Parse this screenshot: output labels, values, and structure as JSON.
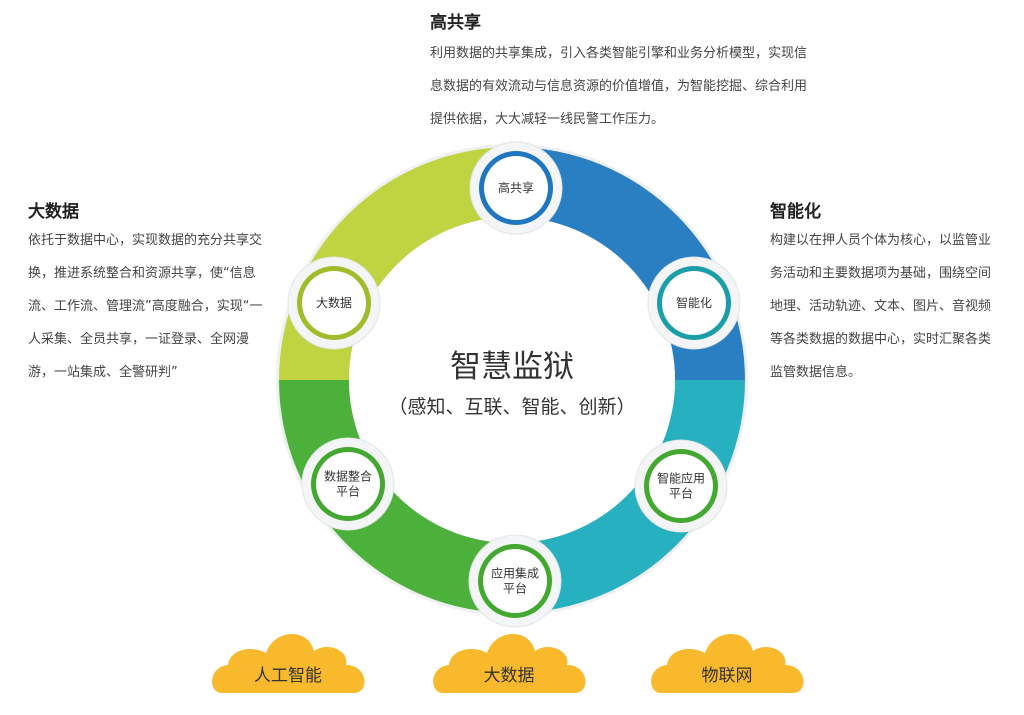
{
  "center": {
    "title": "智慧监狱",
    "subtitle": "（感知、互联、智能、创新）"
  },
  "blocks": {
    "top": {
      "title": "高共享",
      "text": "利用数据的共享集成，引入各类智能引擎和业务分析模型，实现信息数据的有效流动与信息资源的价值增值，为智能挖掘、综合利用提供依据，大大减轻一线民警工作压力。"
    },
    "left": {
      "title": "大数据",
      "text": "依托于数据中心，实现数据的充分共享交换，推进系统整合和资源共享，使“信息流、工作流、管理流”高度融合，实现“一人采集、全员共享，一证登录、全网漫游，一站集成、全警研判”"
    },
    "right": {
      "title": "智能化",
      "text": "构建以在押人员个体为核心，以监管业务活动和主要数据项为基础，围绕空间地理、活动轨迹、文本、图片、音视频等各类数据的数据中心，实时汇聚各类监管数据信息。"
    }
  },
  "nodes": [
    {
      "lines": [
        "高共享"
      ],
      "ring": "#1f77c0"
    },
    {
      "lines": [
        "智能化"
      ],
      "ring": "#1a9fa9"
    },
    {
      "lines": [
        "智能应用",
        "平台"
      ],
      "ring": "#43a82f"
    },
    {
      "lines": [
        "应用集成",
        "平台"
      ],
      "ring": "#43a82f"
    },
    {
      "lines": [
        "数据整合",
        "平台"
      ],
      "ring": "#43a82f"
    },
    {
      "lines": [
        "大数据"
      ],
      "ring": "#9fbc2a"
    }
  ],
  "segments": [
    {
      "color": "#2a7fc3"
    },
    {
      "color": "#27b1c0"
    },
    {
      "color": "#4cb13a"
    },
    {
      "color": "#c0d341"
    }
  ],
  "clouds": [
    {
      "label": "人工智能"
    },
    {
      "label": "大数据"
    },
    {
      "label": "物联网"
    }
  ],
  "colors": {
    "cloud": "#f8b92d",
    "cloud_text": "#333333"
  }
}
